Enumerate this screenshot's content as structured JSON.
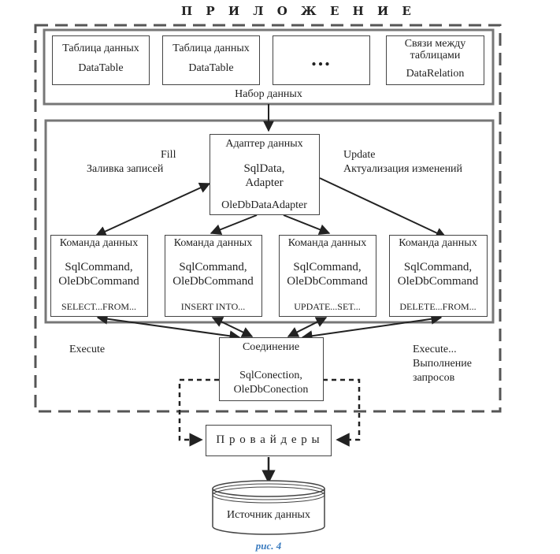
{
  "diagram": {
    "title": "П Р И Л О Ж Е Н И Е",
    "dataset": {
      "label": "Набор данных",
      "tables": [
        {
          "line1": "Таблица данных",
          "line2": "DataTable"
        },
        {
          "line1": "Таблица данных",
          "line2": "DataTable"
        },
        {
          "line1": "...",
          "line2": ""
        },
        {
          "line1": "Связи между",
          "line1b": "таблицами",
          "line2": "DataRelation"
        }
      ]
    },
    "adapter": {
      "title": "Адаптер данных",
      "line2": "SqlData,",
      "line3": "Adapter",
      "line4": "OleDbDataAdapter"
    },
    "fill_label": {
      "line1": "Fill",
      "line2": "Заливка  записей"
    },
    "update_label": {
      "line1": "Update",
      "line2": "Актуализация изменений"
    },
    "commands": [
      {
        "title": "Команда данных",
        "line2": "SqlCommand,",
        "line3": "OleDbCommand",
        "query": "SELECT...FROM..."
      },
      {
        "title": "Команда данных",
        "line2": "SqlCommand,",
        "line3": "OleDbCommand",
        "query": "INSERT INTO..."
      },
      {
        "title": "Команда данных",
        "line2": "SqlCommand,",
        "line3": "OleDbCommand",
        "query": "UPDATE...SET..."
      },
      {
        "title": "Команда данных",
        "line2": "SqlCommand,",
        "line3": "OleDbCommand",
        "query": "DELETE...FROM..."
      }
    ],
    "connection": {
      "title": "Соединение",
      "line2": "SqlConection,",
      "line3": "OleDbConection"
    },
    "execute_left": "Execute",
    "execute_right": {
      "line1": "Execute...",
      "line2": "Выполнение",
      "line3": "запросов"
    },
    "providers": "П р о в а й д е р ы",
    "datasource": "Источник данных",
    "caption": "рис. 4"
  }
}
